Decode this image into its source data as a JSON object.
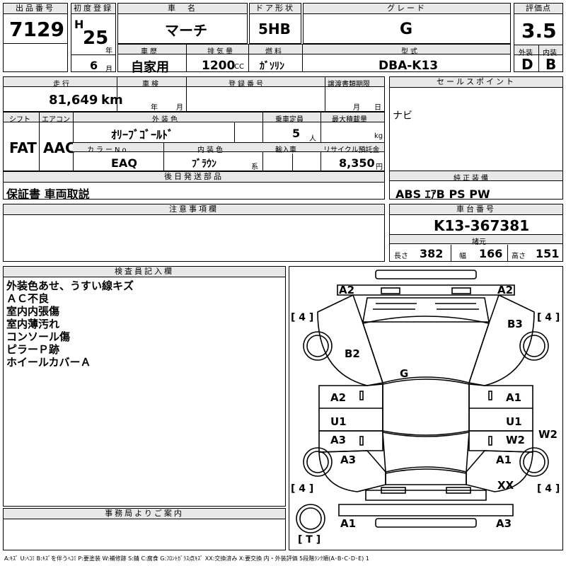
{
  "sheet": {
    "lot": {
      "label": "出品番号",
      "value": "7129"
    },
    "first_reg": {
      "label": "初度登録",
      "era": "H",
      "year": "25",
      "year_unit": "年",
      "month": "6",
      "month_unit": "月"
    },
    "name": {
      "label": "車　名",
      "value": "マーチ"
    },
    "door": {
      "label": "ドア形状",
      "value": "5HB"
    },
    "grade": {
      "label": "グレード",
      "value": "G"
    },
    "score": {
      "label": "評価点",
      "value": "3.5"
    },
    "exterior": {
      "label": "外装",
      "value": "D"
    },
    "interior": {
      "label": "内装",
      "value": "B"
    },
    "history": {
      "label": "車歴",
      "value": "自家用"
    },
    "displacement": {
      "label": "排気量",
      "value": "1200",
      "unit": "CC"
    },
    "fuel": {
      "label": "燃料",
      "value": "ｶﾞｿﾘﾝ"
    },
    "model": {
      "label": "型式",
      "value": "DBA-K13"
    },
    "mileage": {
      "label": "走行",
      "value": "81,649",
      "unit": "km"
    },
    "inspection": {
      "label": "車検",
      "year_unit": "年",
      "month_unit": "月"
    },
    "plate": {
      "label": "登録番号"
    },
    "transfer": {
      "label": "譲渡書類期限",
      "month_unit": "月",
      "day_unit": "日"
    },
    "sales_point": {
      "label": "セールスポイント",
      "value": "ナビ"
    },
    "shift": {
      "label": "シフト",
      "value": "FAT"
    },
    "aircon": {
      "label": "エアコン",
      "value": "AAC"
    },
    "ext_color": {
      "label": "外装色",
      "value": "ｵﾘｰﾌﾞｺﾞｰﾙﾄﾞ"
    },
    "capacity": {
      "label": "乗車定員",
      "value": "5",
      "unit": "人"
    },
    "max_load": {
      "label": "最大積載量",
      "unit": "kg"
    },
    "color_no": {
      "label": "カラーNo.",
      "value": "EAQ"
    },
    "int_color": {
      "label": "内装色",
      "value": "ﾌﾞﾗｳﾝ",
      "unit": "系"
    },
    "import": {
      "label": "輸入車"
    },
    "recycle": {
      "label": "リサイクル預託金",
      "value": "8,350",
      "unit": "円"
    },
    "later_parts": {
      "label": "後日発送部品",
      "value": "保証書 車両取説"
    },
    "genuine": {
      "label": "純正装備",
      "value": "ABS ｴｱB PS PW"
    },
    "notes": {
      "label": "注意事項欄"
    },
    "chassis": {
      "label": "車台番号",
      "value": "K13-367381"
    },
    "specs": {
      "label": "諸元",
      "length_label": "長さ",
      "length": "382",
      "width_label": "幅",
      "width": "166",
      "height_label": "高さ",
      "height": "151"
    },
    "inspector": {
      "label": "検査員記入欄",
      "lines": [
        "外装色あせ、うすい線キズ",
        "ＡＣ不良",
        "室内内張傷",
        "室内薄汚れ",
        "コンソール傷",
        "ピラーＰ跡",
        "ホイールカバーＡ"
      ]
    },
    "office": {
      "label": "事務局よりご案内"
    },
    "legend": "A:ｷｽﾞ U:ﾍｺﾐ B:ｷｽﾞを伴うﾍｺﾐ P:要塗装 W:補修跡 S:錆 C:腐食 G:ﾌﾛﾝﾄｶﾞﾗｽ点ｷｽﾞ XX:交換済み X:要交換 内・外装評価 5段階ﾗﾝｸ順(A･B･C･D･E) 1"
  },
  "diagram": {
    "marks": [
      {
        "id": "a2-top-left",
        "text": "A2"
      },
      {
        "id": "a2-top-right",
        "text": "A2"
      },
      {
        "id": "b3",
        "text": "B3"
      },
      {
        "id": "b2",
        "text": "B2"
      },
      {
        "id": "g",
        "text": "G"
      },
      {
        "id": "a2-left-door",
        "text": "A2"
      },
      {
        "id": "a1-right-door",
        "text": "A1"
      },
      {
        "id": "u1-left",
        "text": "U1"
      },
      {
        "id": "u1-right",
        "text": "U1"
      },
      {
        "id": "a3-left-door",
        "text": "A3"
      },
      {
        "id": "w2",
        "text": "W2"
      },
      {
        "id": "w2-side",
        "text": "W2"
      },
      {
        "id": "a3-left-rear",
        "text": "A3"
      },
      {
        "id": "a1-right-rear",
        "text": "A1"
      },
      {
        "id": "xx",
        "text": "XX"
      },
      {
        "id": "a1-bottom-left",
        "text": "A1"
      },
      {
        "id": "a3-bottom-right",
        "text": "A3"
      }
    ],
    "tires": [
      {
        "id": "tire-fl",
        "text": "[ 4 ]"
      },
      {
        "id": "tire-fr",
        "text": "[ 4 ]"
      },
      {
        "id": "tire-rl",
        "text": "[ 4 ]"
      },
      {
        "id": "tire-rr",
        "text": "[ 4 ]"
      },
      {
        "id": "tire-spare",
        "text": "[ T ]"
      }
    ]
  }
}
